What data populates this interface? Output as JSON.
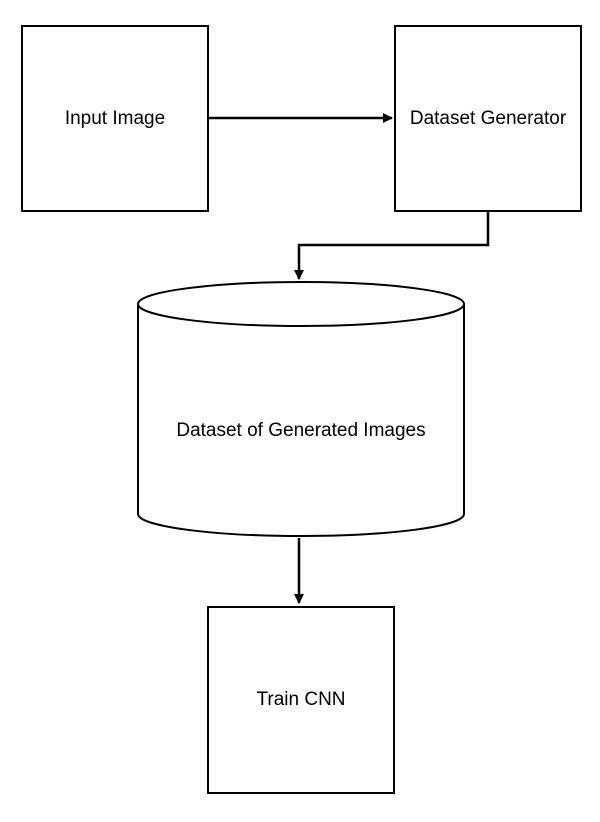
{
  "nodes": {
    "input_image": "Input Image",
    "dataset_generator": "Dataset Generator",
    "dataset": "Dataset of Generated Images",
    "train_cnn": "Train CNN"
  },
  "colors": {
    "stroke": "#000000",
    "fill": "#ffffff",
    "text": "#000000"
  }
}
